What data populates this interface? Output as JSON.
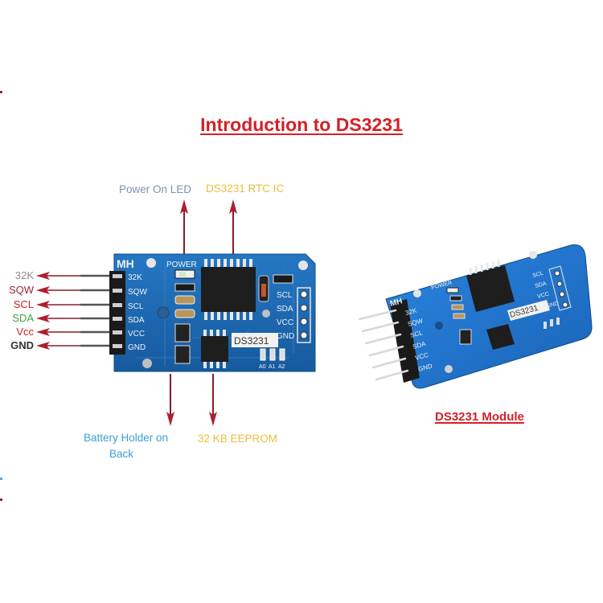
{
  "title": "Introduction to DS3231",
  "callouts": {
    "power_led": "Power On LED",
    "rtc_ic": "DS3231 RTC IC",
    "battery": "Battery Holder on",
    "battery_line2": "Back",
    "eeprom": "32 KB EEPROM"
  },
  "pins": [
    {
      "label": "32K",
      "color": "#8c8c8c"
    },
    {
      "label": "SQW",
      "color": "#a3233a"
    },
    {
      "label": "SCL",
      "color": "#c8202f"
    },
    {
      "label": "SDA",
      "color": "#3aa64a"
    },
    {
      "label": "Vcc",
      "color": "#d42027"
    },
    {
      "label": "GND",
      "color": "#333333"
    }
  ],
  "board": {
    "brand": "MH",
    "power_label": "POWER",
    "left_pins": [
      "32K",
      "SQW",
      "SCL",
      "SDA",
      "VCC",
      "GND"
    ],
    "right_pins": [
      "SCL",
      "SDA",
      "VCC",
      "GND"
    ],
    "chip_label": "DS3231",
    "address_pads": [
      "A0",
      "A1",
      "A2"
    ]
  },
  "module_photo": {
    "brand": "MH",
    "power_label": "POWER",
    "left_pins": [
      "32K",
      "SQW",
      "SCL",
      "SDA",
      "VCC",
      "GND"
    ],
    "right_pins": [
      "SCL",
      "SDA",
      "VCC",
      "GND"
    ],
    "chip_label": "DS3231"
  },
  "module_caption": "DS3231 Module",
  "colors": {
    "title_red": "#d42027",
    "arrow_red": "#8b1a2b",
    "pcb_blue": "#1f67b5",
    "power_led_label": "#7d93b3",
    "rtc_label": "#e8bf3a",
    "battery_label": "#3a9fd8",
    "eeprom_label": "#e8bf3a"
  }
}
